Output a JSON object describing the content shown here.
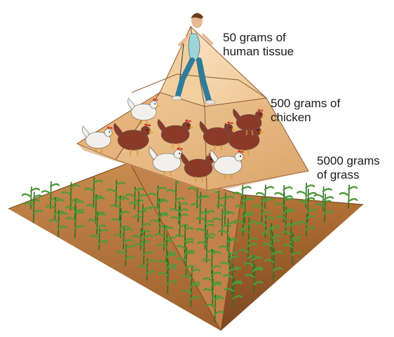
{
  "diagram": {
    "levels": [
      {
        "id": "top",
        "line1": "50 grams of",
        "line2": "human tissue",
        "depicts": "runner-icon"
      },
      {
        "id": "middle",
        "line1": "500 grams of",
        "line2": "chicken",
        "depicts": "chicken-icon"
      },
      {
        "id": "base",
        "line1": "5000 grams",
        "line2": "of grass",
        "depicts": "grass-icon"
      }
    ]
  },
  "colors": {
    "base_soil": "#b97a3e",
    "base_soil_dark": "#8e5326",
    "middle_tier": "#e6b581",
    "top_tier": "#f4d4aa",
    "grass": "#4f9a3a",
    "grass_dark": "#2f6e25",
    "chicken_brown": "#8b3a2a",
    "chicken_white": "#f2f0ec"
  }
}
